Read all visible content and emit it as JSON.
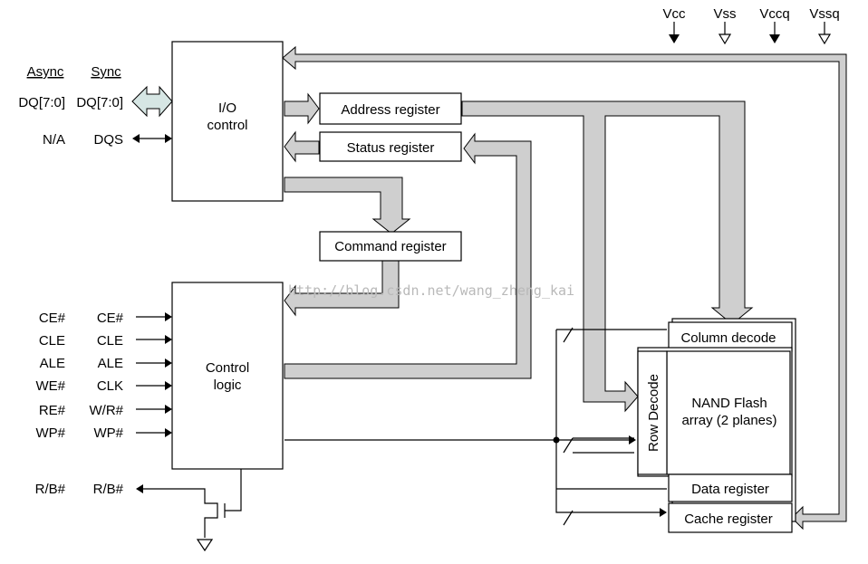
{
  "pins_header": {
    "async": "Async",
    "sync": "Sync"
  },
  "io_pins": [
    {
      "async": "DQ[7:0]",
      "sync": "DQ[7:0]"
    },
    {
      "async": "N/A",
      "sync": "DQS"
    }
  ],
  "control_pins": [
    {
      "async": "CE#",
      "sync": "CE#"
    },
    {
      "async": "CLE",
      "sync": "CLE"
    },
    {
      "async": "ALE",
      "sync": "ALE"
    },
    {
      "async": "WE#",
      "sync": "CLK"
    },
    {
      "async": "RE#",
      "sync": "W/R#"
    },
    {
      "async": "WP#",
      "sync": "WP#"
    }
  ],
  "rb_pin": {
    "async": "R/B#",
    "sync": "R/B#"
  },
  "power_pins": [
    "Vcc",
    "Vss",
    "Vccq",
    "Vssq"
  ],
  "blocks": {
    "io_control": [
      "I/O",
      "control"
    ],
    "control_logic": [
      "Control",
      "logic"
    ],
    "address_register": "Address register",
    "status_register": "Status register",
    "command_register": "Command register",
    "column_decode": "Column decode",
    "row_decode": "Row Decode",
    "nand_array": [
      "NAND Flash",
      "array (2 planes)"
    ],
    "data_register": "Data register",
    "cache_register": "Cache register"
  },
  "watermark": "http://blog.csdn.net/wang_zheng_kai"
}
